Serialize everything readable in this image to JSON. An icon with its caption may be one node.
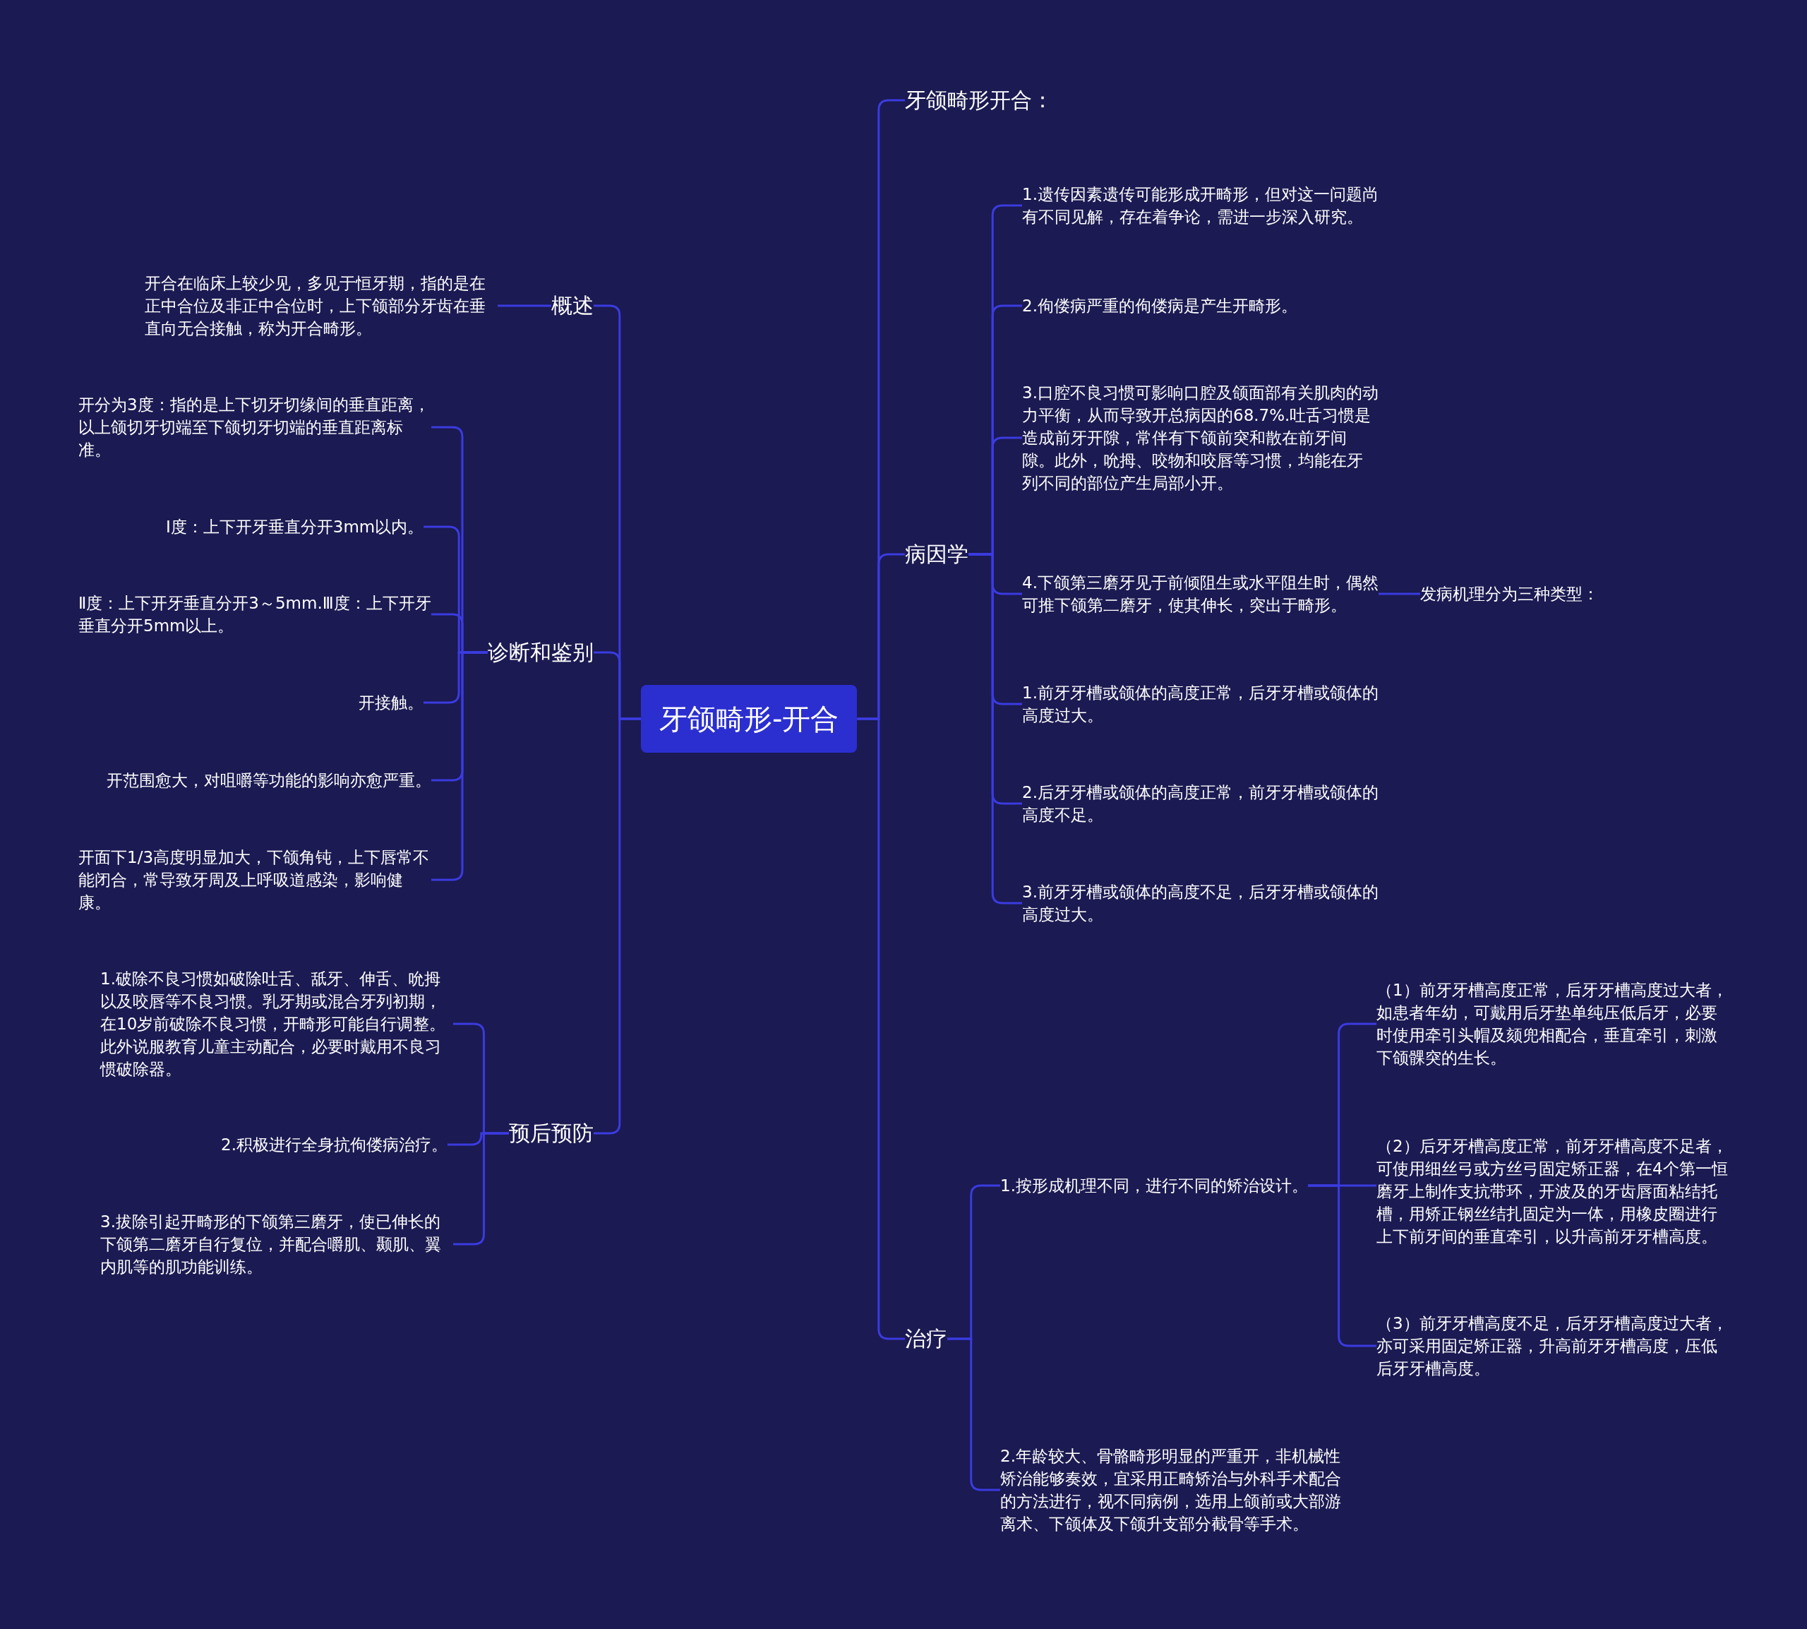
{
  "diagram": {
    "nodes": [
      {
        "text": [
          "牙颌畸形-开合"
        ]
      },
      {
        "text": [
          "牙颌畸形开合："
        ]
      },
      {
        "text": [
          "病因学"
        ]
      },
      {
        "text": [
          "1.遗传因素遗传可能形成开畸形，但对这一问题尚有不同见解，存在着争论，需进一步深入研究。"
        ]
      },
      {
        "text": [
          "2.佝偻病严重的佝偻病是产生开畸形。"
        ]
      },
      {
        "text": [
          "3.口腔不良习惯可影响口腔及颌面部有关肌肉的动力平衡，从而导致开总病因的68.7%.吐舌习惯是造成前牙开隙，常伴有下颌前突和散在前牙间隙。此外，吮拇、咬物和咬唇等习惯，均能在牙列不同的部位产生局部小开。"
        ]
      },
      {
        "text": [
          "4.下颌第三磨牙见于前倾阻生或水平阻生时，偶然可推下颌第二磨牙，使其伸长，突出于畸形。"
        ]
      },
      {
        "text": [
          "发病机理分为三种类型："
        ]
      },
      {
        "text": [
          "1.前牙牙槽或颌体的高度正常，后牙牙槽或颌体的高度过大。"
        ]
      },
      {
        "text": [
          "2.后牙牙槽或颌体的高度正常，前牙牙槽或颌体的高度不足。"
        ]
      },
      {
        "text": [
          "3.前牙牙槽或颌体的高度不足，后牙牙槽或颌体的高度过大。"
        ]
      },
      {
        "text": [
          "治疗"
        ]
      },
      {
        "text": [
          "1.按形成机理不同，进行不同的矫治设计。"
        ]
      },
      {
        "text": [
          "（1）前牙牙槽高度正常，后牙牙槽高度过大者，如患者年幼，可戴用后牙垫单纯压低后牙，必要时使用牵引头帽及颏兜相配合，垂直牵引，刺激下颌髁突的生长。"
        ]
      },
      {
        "text": [
          "（2）后牙牙槽高度正常，前牙牙槽高度不足者，可使用细丝弓或方丝弓固定矫正器，在4个第一恒磨牙上制作支抗带环，开波及的牙齿唇面粘结托槽，用矫正钢丝结扎固定为一体，用橡皮圈进行上下前牙间的垂直牵引，以升高前牙牙槽高度。"
        ]
      },
      {
        "text": [
          "（3）前牙牙槽高度不足，后牙牙槽高度过大者，亦可采用固定矫正器，升高前牙牙槽高度，压低后牙牙槽高度。"
        ]
      },
      {
        "text": [
          "2.年龄较大、骨骼畸形明显的严重开，非机械性矫治能够奏效，宜采用正畸矫治与外科手术配合的方法进行，视不同病例，选用上颌前或大部游离术、下颌体及下颌升支部分截骨等手术。"
        ]
      },
      {
        "text": [
          "概述"
        ]
      },
      {
        "text": [
          "开合在临床上较少见，多见于恒牙期，指的是在正中合位及非正中合位时，上下颌部分牙齿在垂直向无合接触，称为开合畸形。"
        ]
      },
      {
        "text": [
          "诊断和鉴别"
        ]
      },
      {
        "text": [
          "开分为3度：指的是上下切牙切缘间的垂直距离，以上颌切牙切端至下颌切牙切端的垂直距离标准。"
        ]
      },
      {
        "text": [
          "Ⅰ度：上下开牙垂直分开3mm以内。"
        ]
      },
      {
        "text": [
          "Ⅱ度：上下开牙垂直分开3～5mm.Ⅲ度：上下开牙垂直分开5mm以上。"
        ]
      },
      {
        "text": [
          "开接触。"
        ]
      },
      {
        "text": [
          "开范围愈大，对咀嚼等功能的影响亦愈严重。"
        ]
      },
      {
        "text": [
          "开面下1/3高度明显加大，下颌角钝，上下唇常不能闭合，常导致牙周及上呼吸道感染，影响健康。"
        ]
      },
      {
        "text": [
          "预后预防"
        ]
      },
      {
        "text": [
          "1.破除不良习惯如破除吐舌、舐牙、伸舌、吮拇以及咬唇等不良习惯。乳牙期或混合牙列初期，在10岁前破除不良习惯，开畸形可能自行调整。此外说服教育儿童主动配合，必要时戴用不良习惯破除器。"
        ]
      },
      {
        "text": [
          "2.积极进行全身抗佝偻病治疗。"
        ]
      },
      {
        "text": [
          "3.拔除引起开畸形的下颌第三磨牙，使已伸长的下颌第二磨牙自行复位，并配合嚼肌、颞肌、翼内肌等的肌功能训练。"
        ]
      }
    ],
    "edges": [
      {
        "from": 0,
        "to": 1,
        "arrow": "none"
      },
      {
        "from": 0,
        "to": 2,
        "arrow": "none"
      },
      {
        "from": 2,
        "to": 3,
        "arrow": "none"
      },
      {
        "from": 2,
        "to": 4,
        "arrow": "none"
      },
      {
        "from": 2,
        "to": 5,
        "arrow": "none"
      },
      {
        "from": 2,
        "to": 6,
        "arrow": "none"
      },
      {
        "from": 6,
        "to": 7,
        "arrow": "none"
      },
      {
        "from": 2,
        "to": 8,
        "arrow": "none"
      },
      {
        "from": 2,
        "to": 9,
        "arrow": "none"
      },
      {
        "from": 2,
        "to": 10,
        "arrow": "none"
      },
      {
        "from": 0,
        "to": 11,
        "arrow": "none"
      },
      {
        "from": 11,
        "to": 12,
        "arrow": "none"
      },
      {
        "from": 12,
        "to": 13,
        "arrow": "none"
      },
      {
        "from": 12,
        "to": 14,
        "arrow": "none"
      },
      {
        "from": 12,
        "to": 15,
        "arrow": "none"
      },
      {
        "from": 11,
        "to": 16,
        "arrow": "none"
      },
      {
        "from": 0,
        "to": 17,
        "arrow": "none"
      },
      {
        "from": 17,
        "to": 18,
        "arrow": "none"
      },
      {
        "from": 0,
        "to": 19,
        "arrow": "none"
      },
      {
        "from": 19,
        "to": 20,
        "arrow": "none"
      },
      {
        "from": 19,
        "to": 21,
        "arrow": "none"
      },
      {
        "from": 19,
        "to": 22,
        "arrow": "none"
      },
      {
        "from": 19,
        "to": 23,
        "arrow": "none"
      },
      {
        "from": 19,
        "to": 24,
        "arrow": "none"
      },
      {
        "from": 19,
        "to": 25,
        "arrow": "none"
      },
      {
        "from": 0,
        "to": 26,
        "arrow": "none"
      },
      {
        "from": 26,
        "to": 27,
        "arrow": "none"
      },
      {
        "from": 26,
        "to": 28,
        "arrow": "none"
      },
      {
        "from": 26,
        "to": 29,
        "arrow": "none"
      }
    ]
  }
}
